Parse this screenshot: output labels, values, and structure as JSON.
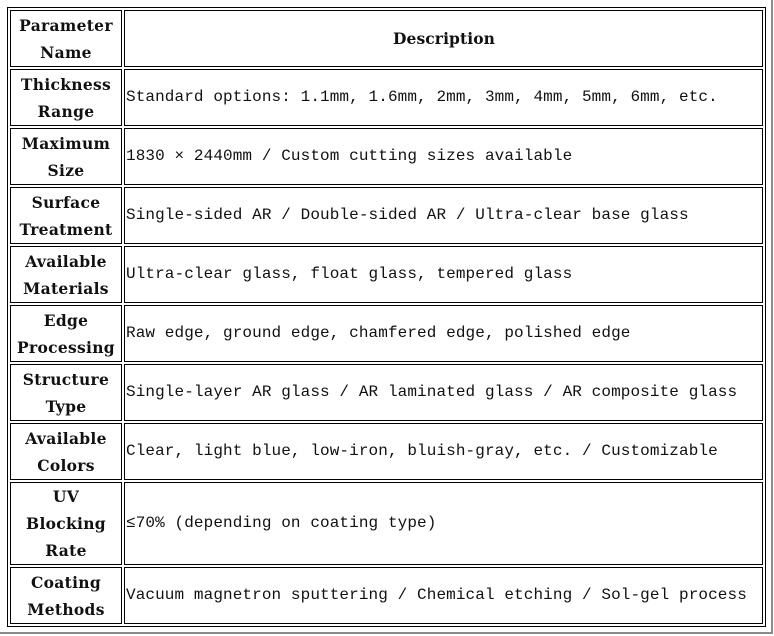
{
  "table": {
    "header": {
      "name": [
        "Parameter",
        "Name"
      ],
      "description": "Description"
    },
    "rows": [
      {
        "name": [
          "Thickness",
          "Range"
        ],
        "description": "Standard options: 1.1mm, 1.6mm, 2mm, 3mm, 4mm, 5mm, 6mm, etc."
      },
      {
        "name": [
          "Maximum",
          "Size"
        ],
        "description": "1830 × 2440mm / Custom cutting sizes available"
      },
      {
        "name": [
          "Surface",
          "Treatment"
        ],
        "description": "Single-sided AR / Double-sided AR / Ultra-clear base glass"
      },
      {
        "name": [
          "Available",
          "Materials"
        ],
        "description": "Ultra-clear glass, float glass, tempered glass"
      },
      {
        "name": [
          "Edge",
          "Processing"
        ],
        "description": "Raw edge, ground edge, chamfered edge, polished edge"
      },
      {
        "name": [
          "Structure",
          "Type"
        ],
        "description": "Single-layer AR glass / AR laminated glass / AR composite glass"
      },
      {
        "name": [
          "Available",
          "Colors"
        ],
        "description": "Clear, light blue, low-iron, bluish-gray, etc. / Customizable"
      },
      {
        "name": [
          "UV Blocking",
          "Rate"
        ],
        "description": "≤70% (depending on coating type)"
      },
      {
        "name": [
          "Coating",
          "Methods"
        ],
        "description": "Vacuum magnetron sputtering / Chemical etching / Sol-gel process"
      }
    ]
  }
}
